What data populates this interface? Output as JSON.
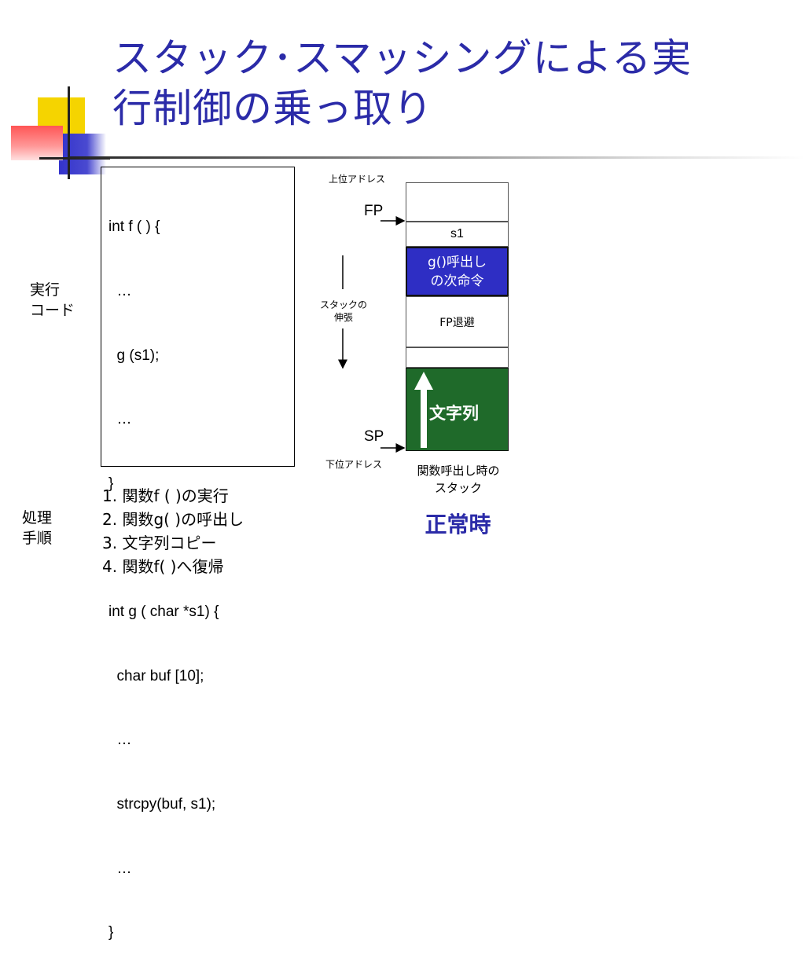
{
  "title_lines": [
    "スタック･スマッシングによる実",
    "行制御の乗っ取り"
  ],
  "exec_code_label": [
    "実行",
    "コード"
  ],
  "code_lines": [
    "int f ( ) {",
    "  …",
    "  g (s1);",
    "  …",
    "}",
    "",
    "int g ( char *s1) {",
    "  char buf [10];",
    "  …",
    "  strcpy(buf, s1);",
    "  …",
    "}"
  ],
  "procedure_label": [
    "処理",
    "手順"
  ],
  "steps": [
    "1.  関数f ( )の実行",
    "2.  関数g( )の呼出し",
    "3.  文字列コピー",
    "4.  関数f( )へ復帰"
  ],
  "stack": {
    "upper_address": "上位アドレス",
    "lower_address": "下位アドレス",
    "fp": "FP",
    "sp": "SP",
    "growth_label": [
      "スタックの",
      "伸張"
    ],
    "cells": {
      "s1": "s1",
      "return": [
        "g()呼出し",
        "の次命令"
      ],
      "fp_save": "FP退避",
      "string": "文字列"
    },
    "caption": [
      "関数呼出し時の",
      "スタック"
    ],
    "state": "正常時"
  },
  "colors": {
    "title": "#2b2ba8",
    "return_cell": "#2e2ec4",
    "string_cell": "#1f6a2a"
  }
}
